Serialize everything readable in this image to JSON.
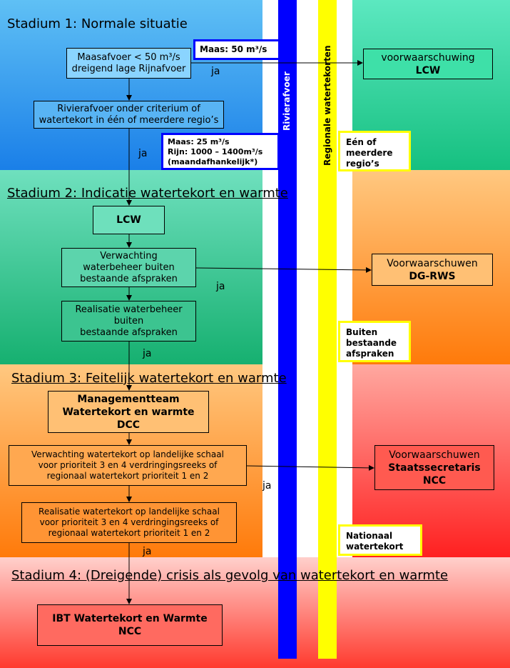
{
  "stages": [
    {
      "title": "Stadium 1: Normale situatie"
    },
    {
      "title": "Stadium 2: Indicatie watertekort en warmte"
    },
    {
      "title": "Stadium 3: Feitelijk watertekort en warmte"
    },
    {
      "title": "Stadium 4: (Dreigende) crisis als gevolg van watertekort en warmte"
    }
  ],
  "left_boxes": {
    "maasafvoer": [
      "Maasafvoer < 50 m³/s",
      "dreigend lage Rijnafvoer"
    ],
    "rivierafvoer": [
      "Rivierafvoer onder criterium of",
      "watertekort in één of meerdere regio’s"
    ],
    "lcw": "LCW",
    "verwachting_waterbeheer": [
      "Verwachting",
      "waterbeheer buiten",
      "bestaande afspraken"
    ],
    "realisatie_waterbeheer": [
      "Realisatie waterbeheer",
      "buiten",
      "bestaande afspraken"
    ],
    "managementteam": [
      "Managementteam",
      "Watertekort en warmte",
      "DCC"
    ],
    "verwachting_watertekort": [
      "Verwachting watertekort op landelijke schaal",
      "voor prioriteit 3 en 4 verdringingsreeks of",
      "regionaal watertekort prioriteit 1 en 2"
    ],
    "realisatie_watertekort": [
      "Realisatie watertekort op landelijke schaal",
      "voor prioriteit 3 en 4 verdringingsreeks of",
      "regionaal watertekort prioriteit 1 en 2"
    ],
    "ibt": [
      "IBT Watertekort en Warmte",
      "NCC"
    ]
  },
  "right_boxes": {
    "voorwaarschuwing_lcw": [
      "voorwaarschuwing",
      "LCW"
    ],
    "voorwaarschuwen_dgrws": [
      "Voorwaarschuwen",
      "DG-RWS"
    ],
    "voorwaarschuwen_staats": [
      "Voorwaarschuwen",
      "Staatssecretaris",
      "NCC"
    ]
  },
  "criteria": {
    "maas50": "Maas: 50 m³/s",
    "maas25": [
      "Maas:   25 m³/s",
      "Rijn: 1000 – 1400m³/s",
      "(maandafhankelijk*)"
    ]
  },
  "yellow_boxes": {
    "regios": [
      "Eén of",
      "meerdere",
      "regio’s"
    ],
    "buiten": [
      "Buiten",
      "bestaande",
      "afspraken"
    ],
    "nationaal": [
      "Nationaal",
      "watertekort"
    ]
  },
  "vertical_labels": {
    "rivierafvoer": "Rivierafvoer",
    "regionale": "Regionale watertekorten"
  },
  "ja": "ja",
  "colors": {
    "blue_bar": "#0000ff",
    "yellow_bar": "#ffff00"
  }
}
